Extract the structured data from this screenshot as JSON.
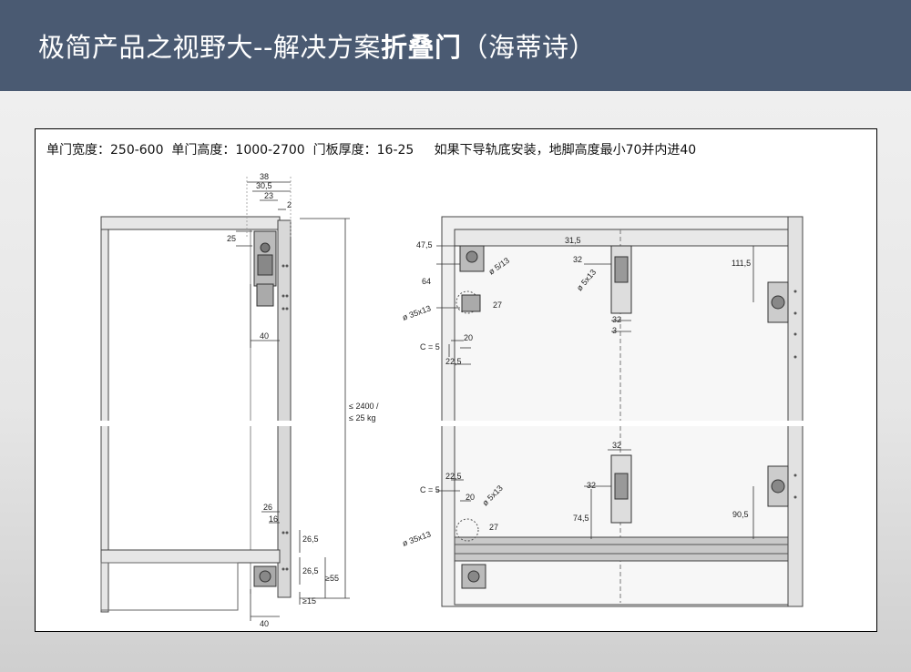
{
  "title": {
    "prefix": "极简产品之视野大--解决方案",
    "bold": "折叠门",
    "suffix": "（海蒂诗）"
  },
  "specs": {
    "width": "单门宽度：250-600",
    "height": "单门高度：1000-2700",
    "thickness": "门板厚度：16-25",
    "note": "如果下导轨底安装，地脚高度最小70并内进40"
  },
  "dims": {
    "d38": "38",
    "d30_5": "30,5",
    "d23": "23",
    "d2": "2",
    "d25": "25",
    "d40a": "40",
    "load": "≤ 2400 /",
    "load2": "≤ 25 kg",
    "d26": "26",
    "d16": "16",
    "d26_5a": "26,5",
    "d26_5b": "26,5",
    "d55": "≥55",
    "d15": "≥15",
    "d40b": "40",
    "r47_5": "47,5",
    "r64": "64",
    "r5_13a": "ø 5/13",
    "r27a": "27",
    "r35x13a": "ø 35x13",
    "r20a": "20",
    "rC5a": "C = 5",
    "r22_5a": "22,5",
    "r31_5": "31,5",
    "r32a": "32",
    "r5x13b": "ø 5x13",
    "r32b": "32",
    "r3": "3",
    "r111_5": "111,5",
    "r32c": "32",
    "r32d": "32",
    "r74_5": "74,5",
    "r90_5": "90,5",
    "r22_5b": "22,5",
    "rC5b": "C = 5",
    "r20b": "20",
    "r5x13c": "ø 5x13",
    "r27b": "27",
    "r35x13b": "ø 35x13"
  }
}
